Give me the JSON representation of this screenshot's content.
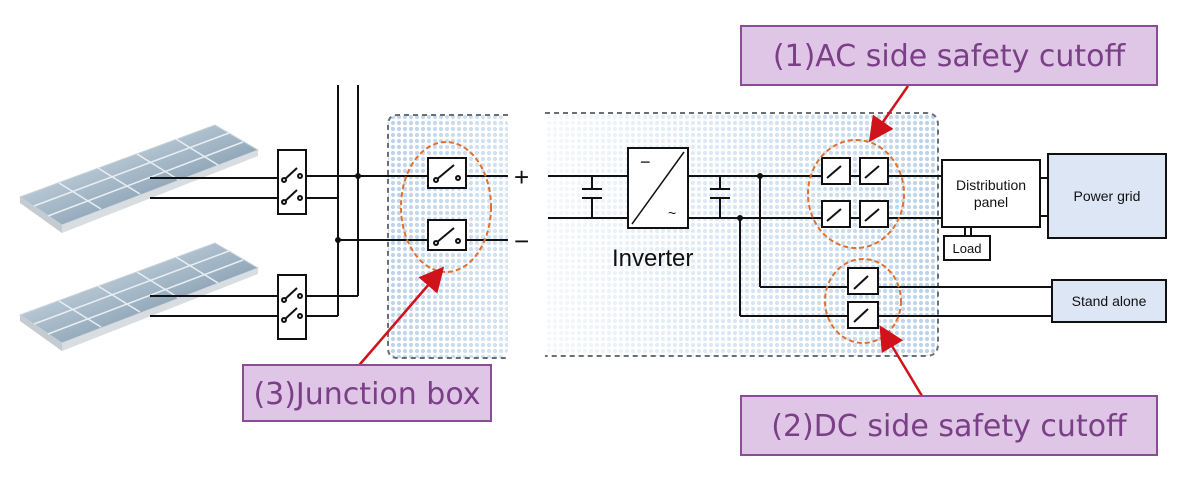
{
  "callouts": {
    "ac_cutoff": "(1)AC side safety cutoff",
    "dc_cutoff": "(2)DC side safety cutoff",
    "junction_box": "(3)Junction box"
  },
  "labels": {
    "plus": "+",
    "minus": "−",
    "inverter": "Inverter",
    "inverter_minus": "−",
    "inverter_wave": "~",
    "distribution_line1": "Distribution",
    "distribution_line2": "panel",
    "load": "Load",
    "power_grid": "Power grid",
    "stand_alone": "Stand alone"
  },
  "colors": {
    "callout_fill": "#dfc6e6",
    "callout_border": "#8a4c94",
    "callout_text": "#7a3f86",
    "arrow": "#d0121b",
    "dashed_ellipse": "#e0712e",
    "box_fill": "#c9dcf0",
    "grid_fill": "#dde6f5"
  }
}
